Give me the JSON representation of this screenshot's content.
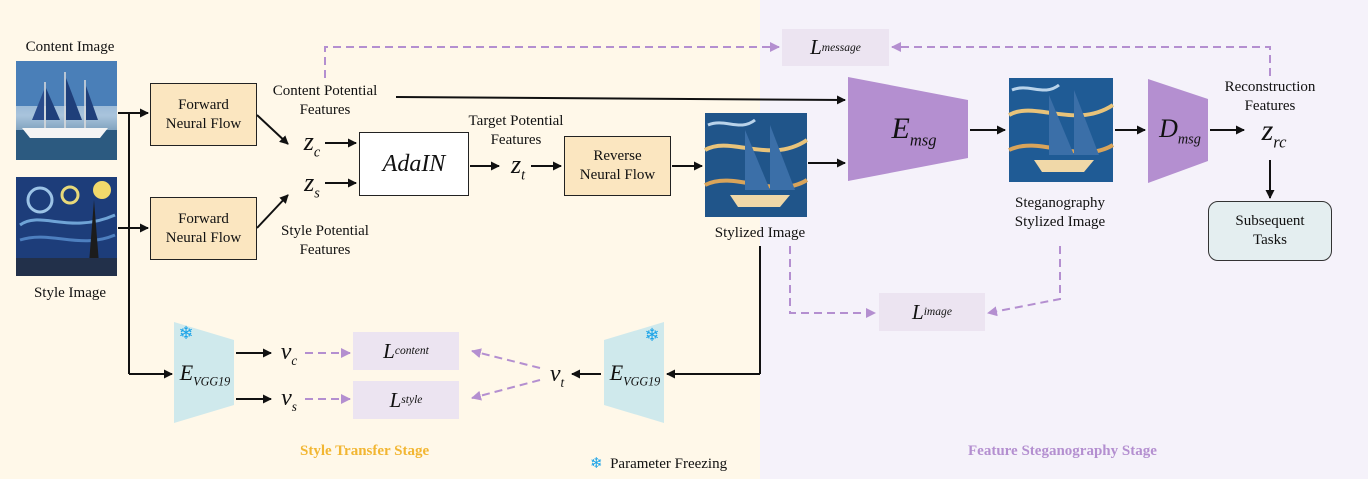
{
  "inputs": {
    "content_image_label": "Content Image",
    "style_image_label": "Style Image"
  },
  "flows": {
    "forward_top": "Forward\nNeural Flow",
    "forward_bottom": "Forward\nNeural Flow",
    "reverse": "Reverse\nNeural Flow"
  },
  "features": {
    "content_potential": "Content Potential\nFeatures",
    "style_potential": "Style Potential\nFeatures",
    "target_potential": "Target Potential\nFeatures",
    "reconstruction": "Reconstruction\nFeatures"
  },
  "symbols": {
    "zc_base": "z",
    "zc_sub": "c",
    "zs_base": "z",
    "zs_sub": "s",
    "zt_base": "z",
    "zt_sub": "t",
    "zrc_base": "z",
    "zrc_sub": "rc",
    "vc_base": "v",
    "vc_sub": "c",
    "vs_base": "v",
    "vs_sub": "s",
    "vt_base": "v",
    "vt_sub": "t",
    "adain": "AdaIN",
    "emsg_base": "E",
    "emsg_sub": "msg",
    "dmsg_base": "D",
    "dmsg_sub": "msg",
    "evgg_base": "E",
    "evgg_sub": "VGG19"
  },
  "losses": {
    "message_base": "L",
    "message_sub": "message",
    "image_base": "L",
    "image_sub": "image",
    "content_base": "L",
    "content_sub": "content",
    "style_base": "L",
    "style_sub": "style"
  },
  "outputs": {
    "stylized_image": "Stylized Image",
    "stego_image": "Steganography\nStylized Image",
    "subsequent_tasks": "Subsequent\nTasks"
  },
  "stages": {
    "style_transfer": "Style Transfer Stage",
    "feature_steganography": "Feature Steganography Stage",
    "style_transfer_color": "#f2b632",
    "feature_steganography_color": "#b48fd0"
  },
  "legend": {
    "snowflake_icon": "snowflake-icon",
    "parameter_freezing": "Parameter Freezing"
  },
  "colors": {
    "flow_box": "#fbe6c0",
    "encoder_purple": "#b48fd0",
    "vgg_teal": "#cfe9ec",
    "loss_box": "#ece4f1",
    "dashed_arrow": "#b48fd0",
    "freeze_blue": "#1aa3e8"
  }
}
